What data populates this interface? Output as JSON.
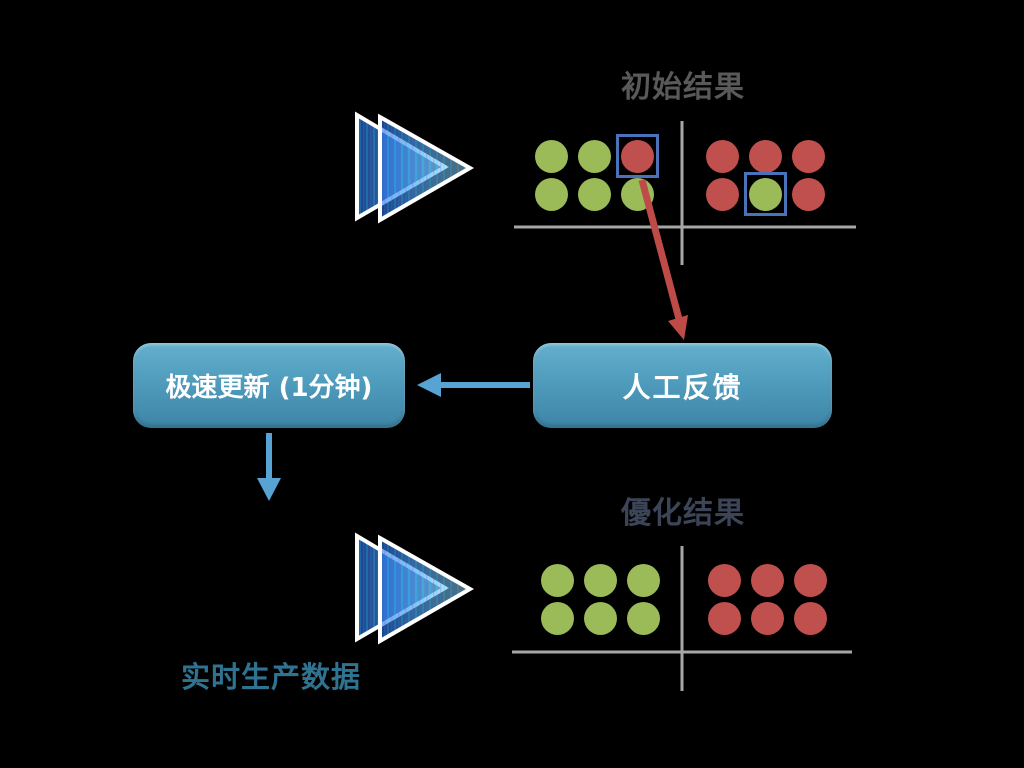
{
  "colors": {
    "background": "#000000",
    "green": "#9BBB59",
    "red": "#C0504D",
    "highlight_box": "#4A72B8",
    "table_line": "#A6A6A6",
    "red_arrow": "#BE4B48",
    "blue_arrow": "#57A3D4",
    "box_top": "#63AFCC",
    "box_bottom": "#3D85A6",
    "initial_title_color": "#595959",
    "optimized_title_color": "#3B4557",
    "realtime_label_color": "#2F7390"
  },
  "initial_results": {
    "title": "初始结果",
    "left_grid": [
      [
        {
          "c": "green"
        },
        {
          "c": "green"
        },
        {
          "c": "red",
          "boxed": true
        }
      ],
      [
        {
          "c": "green"
        },
        {
          "c": "green"
        },
        {
          "c": "green"
        }
      ]
    ],
    "right_grid": [
      [
        {
          "c": "red"
        },
        {
          "c": "red"
        },
        {
          "c": "red"
        }
      ],
      [
        {
          "c": "red"
        },
        {
          "c": "green",
          "boxed": true
        },
        {
          "c": "red"
        }
      ]
    ]
  },
  "optimized_results": {
    "title": "優化结果",
    "left_grid": [
      [
        {
          "c": "green"
        },
        {
          "c": "green"
        },
        {
          "c": "green"
        }
      ],
      [
        {
          "c": "green"
        },
        {
          "c": "green"
        },
        {
          "c": "green"
        }
      ]
    ],
    "right_grid": [
      [
        {
          "c": "red"
        },
        {
          "c": "red"
        },
        {
          "c": "red"
        }
      ],
      [
        {
          "c": "red"
        },
        {
          "c": "red"
        },
        {
          "c": "red"
        }
      ]
    ]
  },
  "flow": {
    "feedback_label": "人工反馈",
    "update_label": "极速更新 (1分钟)",
    "realtime_label": "实时生产数据"
  }
}
